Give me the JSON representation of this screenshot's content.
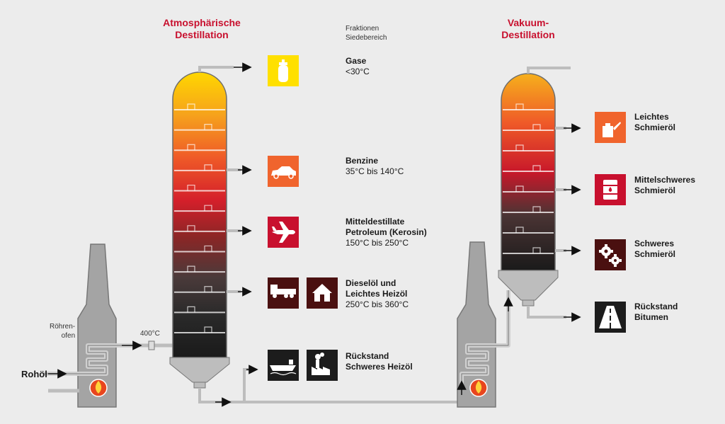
{
  "titles": {
    "atmospheric": [
      "Atmosphärische",
      "Destillation"
    ],
    "vacuum": [
      "Vakuum-",
      "Destillation"
    ]
  },
  "header": {
    "line1": "Fraktionen",
    "line2": "Siedebereich"
  },
  "feed": {
    "crude": "Rohöl",
    "furnace": [
      "Röhren-",
      "ofen"
    ],
    "temperature": "400°C"
  },
  "atmospheric_products": [
    {
      "name": "Gase",
      "range": "<30°C",
      "icons": [
        "gas-cylinder-icon"
      ],
      "color": "#ffe000"
    },
    {
      "name": "Benzine",
      "range": "35°C bis 140°C",
      "icons": [
        "car-icon"
      ],
      "color": "#f0642d"
    },
    {
      "name": "Mitteldestillate",
      "name2": "Petroleum (Kerosin)",
      "range": "150°C bis 250°C",
      "icons": [
        "airplane-icon"
      ],
      "color": "#c8102e"
    },
    {
      "name": "Dieselöl und",
      "name2": "Leichtes Heizöl",
      "range": "250°C bis 360°C",
      "icons": [
        "truck-icon",
        "house-icon"
      ],
      "color": "#4a1010"
    },
    {
      "name": "Rückstand",
      "name2": "Schweres Heizöl",
      "range": "",
      "icons": [
        "ship-icon",
        "factory-icon"
      ],
      "color": "#1c1c1c"
    }
  ],
  "vacuum_products": [
    {
      "name": "Leichtes",
      "name2": "Schmieröl",
      "icons": [
        "oil-can-icon"
      ],
      "color": "#f0642d"
    },
    {
      "name": "Mittelschweres",
      "name2": "Schmieröl",
      "icons": [
        "oil-drum-icon"
      ],
      "color": "#c8102e"
    },
    {
      "name": "Schweres",
      "name2": "Schmieröl",
      "icons": [
        "gears-icon"
      ],
      "color": "#4a1010"
    },
    {
      "name": "Rückstand",
      "name2": "Bitumen",
      "icons": [
        "road-icon"
      ],
      "color": "#1c1c1c"
    }
  ],
  "colors": {
    "pipe": "#bdbdbd",
    "pipe_edge": "#8a8a8a",
    "furnace": "#a4a4a4",
    "flame": "#e8461e",
    "arrow": "#111111"
  }
}
